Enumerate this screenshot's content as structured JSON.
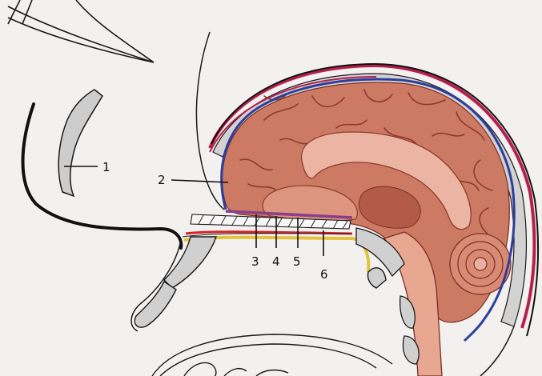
{
  "diagram": {
    "labels": [
      {
        "id": "1",
        "text": "1"
      },
      {
        "id": "2",
        "text": "2"
      },
      {
        "id": "3",
        "text": "3"
      },
      {
        "id": "4",
        "text": "4"
      },
      {
        "id": "5",
        "text": "5"
      },
      {
        "id": "6",
        "text": "6"
      }
    ]
  },
  "colors": {
    "background": "#f3f1ef",
    "brain": "#cd7a64",
    "brain_light": "#e9a38f",
    "brain_dark": "#8c3b2c",
    "bone": "#cfcfcf",
    "dura_blue": "#2d3f9b",
    "crimson": "#b5204e",
    "red_layer": "#d5232a",
    "yellow_layer": "#e4c23b",
    "purple_layer": "#8a3d8a",
    "outline": "#1a1a1a"
  }
}
